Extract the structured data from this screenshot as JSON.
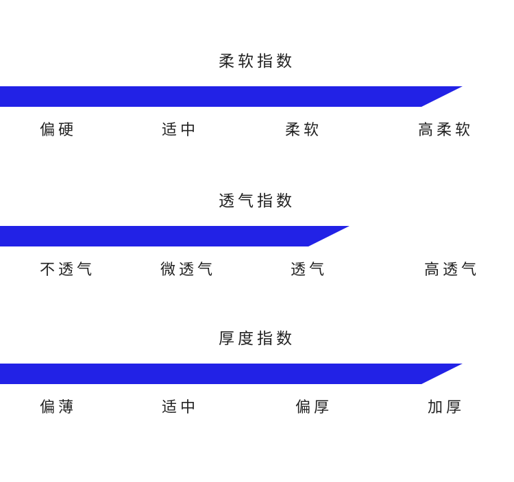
{
  "bar_color": "#2222e6",
  "indices": [
    {
      "title": "柔软指数",
      "level": 0.9,
      "labels": [
        "偏硬",
        "适中",
        "柔软",
        "高柔软"
      ]
    },
    {
      "title": "透气指数",
      "level": 0.68,
      "labels": [
        "不透气",
        "微透气",
        "透气",
        "高透气"
      ]
    },
    {
      "title": "厚度指数",
      "level": 0.9,
      "labels": [
        "偏薄",
        "适中",
        "偏厚",
        "加厚"
      ]
    }
  ]
}
